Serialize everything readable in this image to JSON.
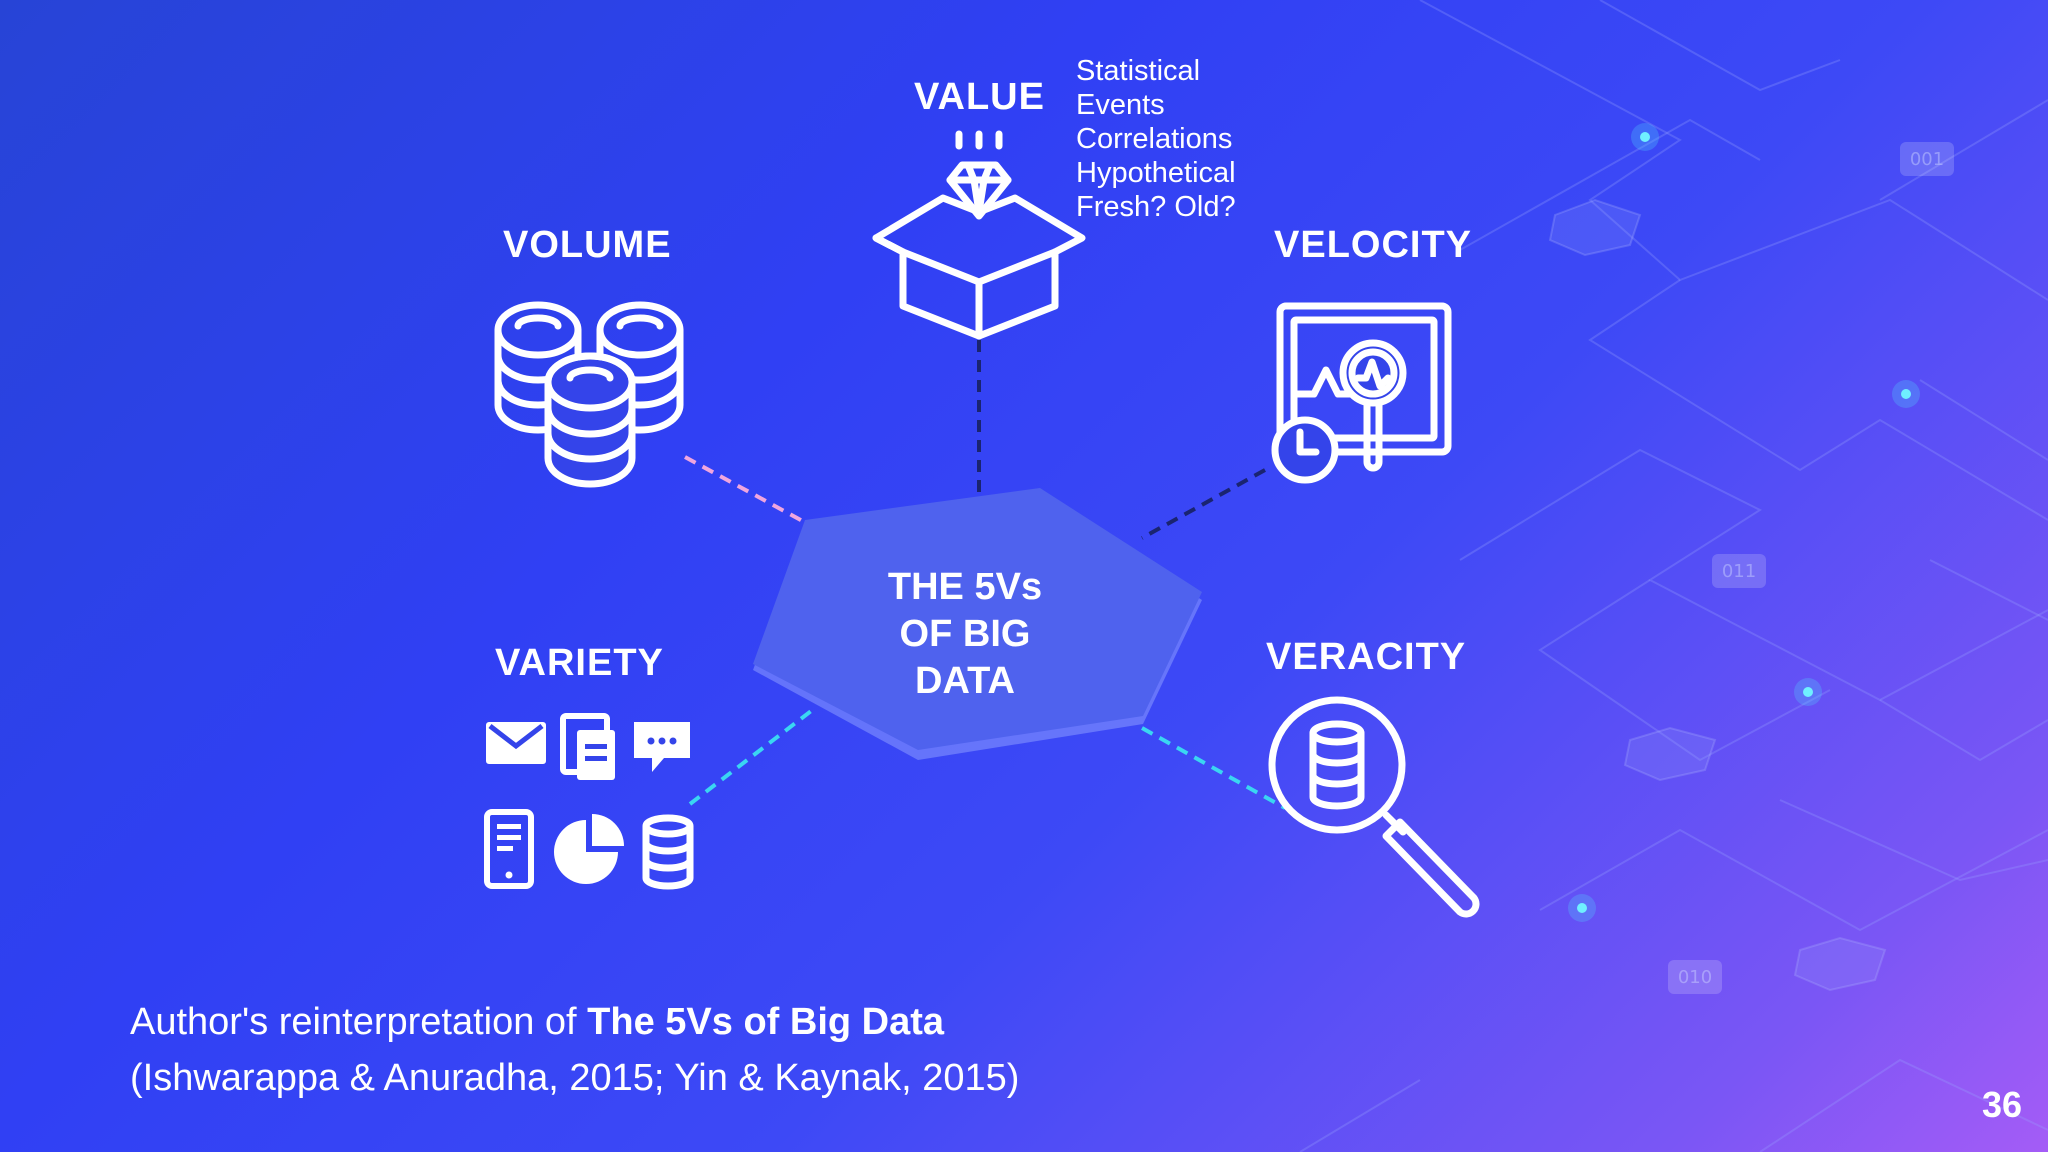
{
  "center": {
    "line1": "THE 5Vs",
    "line2": "OF BIG",
    "line3": "DATA"
  },
  "volume": {
    "label": "VOLUME"
  },
  "value": {
    "label": "VALUE",
    "items": [
      "Statistical",
      "Events",
      "Correlations",
      "Hypothetical",
      "Fresh? Old?"
    ]
  },
  "velocity": {
    "label": "VELOCITY"
  },
  "variety": {
    "label": "VARIETY"
  },
  "veracity": {
    "label": "VERACITY"
  },
  "background_tags": [
    "001",
    "011",
    "010"
  ],
  "caption": {
    "prefix": "Author's reinterpretation of ",
    "bold": "The 5Vs of Big Data",
    "line2": "(Ishwarappa & Anuradha, 2015; Yin & Kaynak, 2015)"
  },
  "page_number": "36",
  "colors": {
    "background_start": "#2744d6",
    "background_end": "#a45cf6",
    "hexagon": "#4f62ee",
    "hexagon_edge": "#8a9bff",
    "connector_volume": "#f0a6de",
    "connector_value": "#1a2470",
    "connector_velocity": "#1a2470",
    "connector_variety": "#3ad6f2",
    "connector_veracity": "#3ad6f2"
  }
}
